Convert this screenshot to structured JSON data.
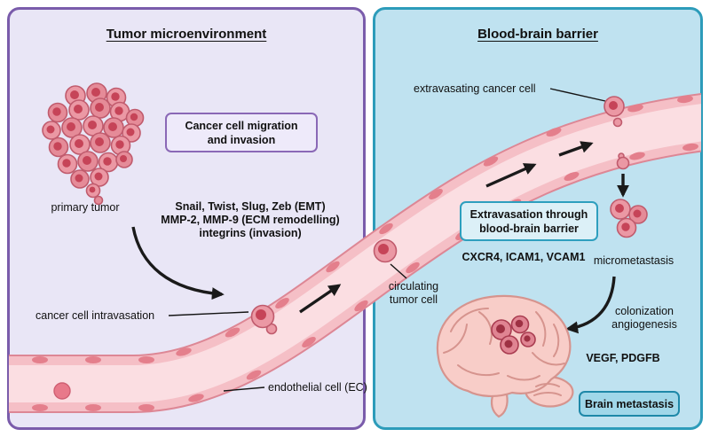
{
  "left_panel": {
    "title": "Tumor microenvironment",
    "migration_box": "Cancer cell migration\nand invasion",
    "markers": [
      "Snail, Twist, Slug, Zeb (EMT)",
      "MMP-2, MMP-9 (ECM remodelling)",
      "integrins (invasion)"
    ],
    "primary_tumor_label": "primary tumor",
    "intravasation_label": "cancer cell intravasation",
    "endothelial_label": "endothelial cell (EC)"
  },
  "right_panel": {
    "title": "Blood-brain barrier",
    "extravasation_box": "Extravasation through\nblood-brain barrier",
    "extravasation_markers": "CXCR4, ICAM1, VCAM1",
    "extravasating_label": "extravasating cancer cell",
    "circulating_label": "circulating\ntumor cell",
    "micrometastasis_label": "micrometastasis",
    "colonization_label": "colonization\nangiogenesis",
    "growth_factor_markers": "VEGF, PDGFB",
    "brain_metastasis_badge": "Brain metastasis"
  },
  "colors": {
    "text": "#111111",
    "left-bg": "#e9e6f6",
    "left-border": "#7a5cab",
    "right-bg": "#bfe2f0",
    "right-border": "#2d9cba",
    "box-left-bg": "#eeeafa",
    "box-left-border": "#8a68b6",
    "box-right-bg": "#dcf0f7",
    "box-right-border": "#2e9fbe",
    "badge-bg": "#a0d7e9",
    "badge-border": "#1e88a8",
    "vessel-outline": "#dd8795",
    "vessel-wall": "#f5bfc6",
    "vessel-lumen": "#fbdee2",
    "endo-nucleus": "#e47f8c",
    "cell-body": "#eb98a4",
    "cell-outline": "#c05b6d",
    "cell-nucleus": "#c64458",
    "brain-fill": "#f8cdc8",
    "brain-line": "#d6948e",
    "arrow": "#1a1a1a"
  }
}
